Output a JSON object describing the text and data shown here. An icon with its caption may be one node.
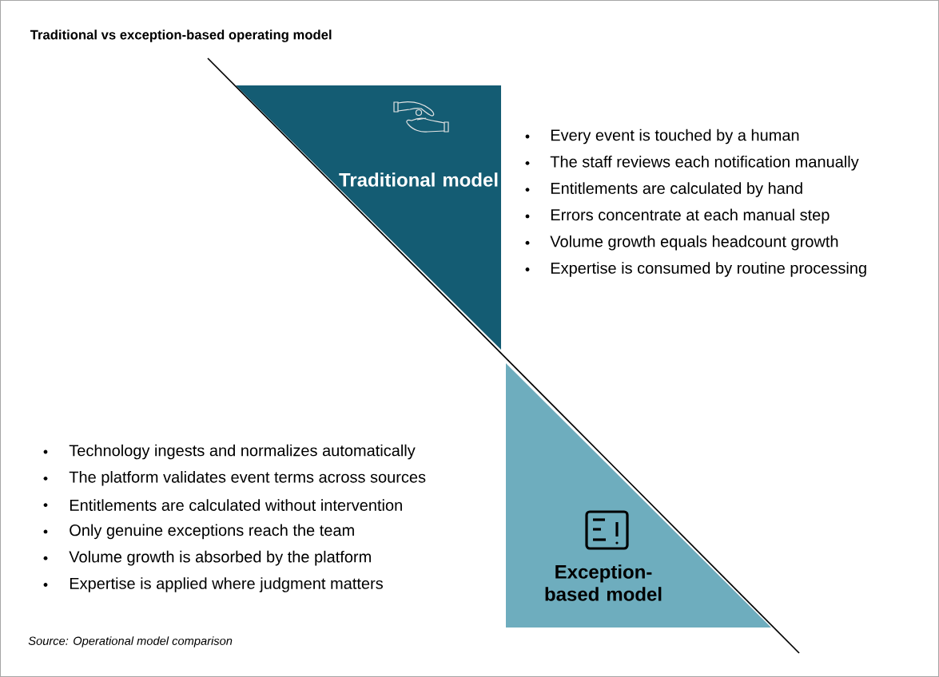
{
  "diagram": {
    "title": "Traditional vs exception-based operating model",
    "caption": "Source: Operational model comparison",
    "nodes": [
      {
        "text": [
          "Traditional model"
        ],
        "beside": [
          "Every event is touched by a human",
          "The staff reviews each notification manually",
          "Entitlements are calculated by hand",
          "Errors concentrate at each manual step",
          "Volume growth equals headcount growth",
          "Expertise is consumed by routine processing"
        ]
      },
      {
        "text": [
          "Exception-based model"
        ],
        "beside": [
          "Technology ingests and normalizes automatically",
          "The platform validates event terms across sources",
          "Entitlements are calculated without intervention",
          "Only genuine exceptions reach the team",
          "Volume growth is absorbed by the platform",
          "Expertise is applied where judgment matters"
        ]
      }
    ]
  }
}
